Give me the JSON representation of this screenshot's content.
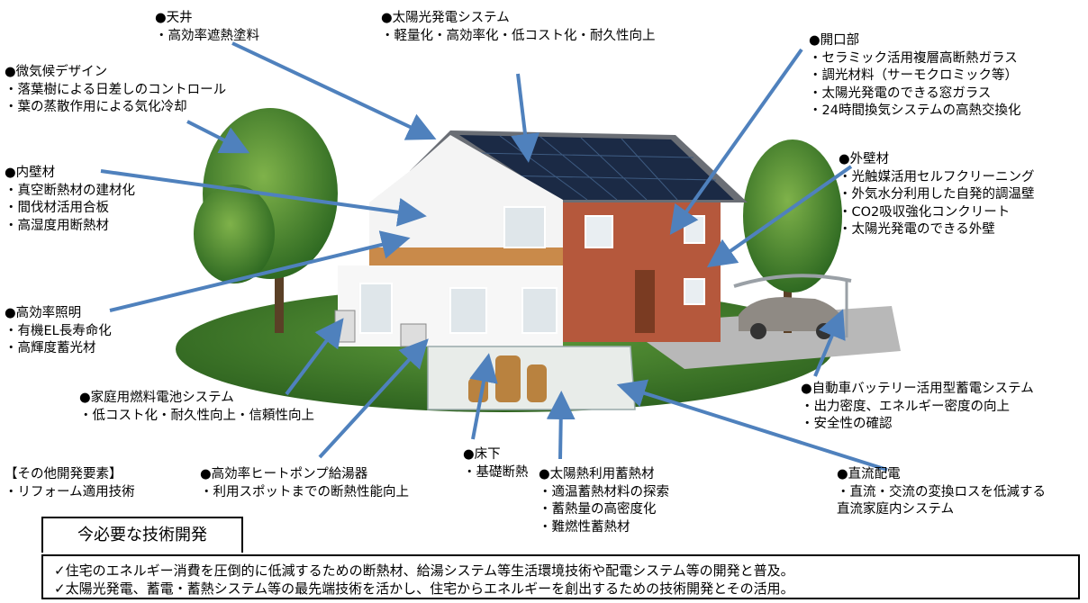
{
  "colors": {
    "arrow": "#4f81bd",
    "sky": "#ffffff",
    "lawn": "#3f7a2a",
    "roof": "#6a6e75",
    "brick": "#b5583c",
    "panel": "#1b2a45"
  },
  "callouts": {
    "ceiling": {
      "title": "●天井",
      "items": [
        "・高効率遮熱塗料"
      ]
    },
    "solar": {
      "title": "●太陽光発電システム",
      "items": [
        "・軽量化・高効率化・低コスト化・耐久性向上"
      ]
    },
    "opening": {
      "title": "●開口部",
      "items": [
        "・セラミック活用複層高断熱ガラス",
        "・調光材料（サーモクロミック等）",
        "・太陽光発電のできる窓ガラス",
        "・24時間換気システムの高熱交換化"
      ]
    },
    "microclimate": {
      "title": "●微気候デザイン",
      "items": [
        "・落葉樹による日差しのコントロール",
        "・葉の蒸散作用による気化冷却"
      ]
    },
    "exterior_wall": {
      "title": "●外壁材",
      "items": [
        "・光触媒活用セルフクリーニング",
        "・外気水分利用した自発的調温壁",
        "・CO2吸収強化コンクリート",
        "・太陽光発電のできる外壁"
      ]
    },
    "interior_wall": {
      "title": "●内壁材",
      "items": [
        "・真空断熱材の建材化",
        "・間伐材活用合板",
        "・高湿度用断熱材"
      ]
    },
    "lighting": {
      "title": "●高効率照明",
      "items": [
        "・有機EL長寿命化",
        "・高輝度蓄光材"
      ]
    },
    "fuel_cell": {
      "title": "●家庭用燃料電池システム",
      "items": [
        "・低コスト化・耐久性向上・信頼性向上"
      ]
    },
    "ev_battery": {
      "title": "●自動車バッテリー活用型蓄電システム",
      "items": [
        "・出力密度、エネルギー密度の向上",
        "・安全性の確認"
      ]
    },
    "underfloor": {
      "title": "●床下",
      "items": [
        "・基礎断熱"
      ]
    },
    "heat_pump": {
      "title": "●高効率ヒートポンプ給湯器",
      "items": [
        "・利用スポットまでの断熱性能向上"
      ]
    },
    "solar_thermal": {
      "title": "●太陽熱利用蓄熱材",
      "items": [
        "・適温蓄熱材料の探索",
        "・蓄熱量の高密度化",
        "・難燃性蓄熱材"
      ]
    },
    "dc_power": {
      "title": "●直流配電",
      "items": [
        "・直流・交流の変換ロスを低減する",
        "直流家庭内システム"
      ]
    },
    "other": {
      "title": "【その他開発要素】",
      "items": [
        "・リフォーム適用技術"
      ]
    }
  },
  "bottom": {
    "tab_label": "今必要な技術開発",
    "lines": [
      "✓住宅のエネルギー消費を圧倒的に低減するための断熱材、給湯システム等生活環境技術や配電システム等の開発と普及。",
      "✓太陽光発電、蓄電・蓄熱システム等の最先端技術を活かし、住宅からエネルギーを創出するための技術開発とその活用。"
    ]
  }
}
